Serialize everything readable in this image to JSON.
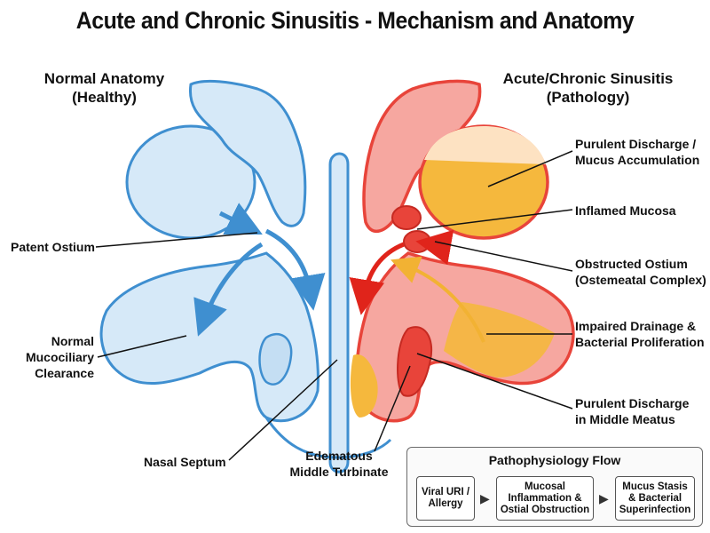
{
  "title": "Acute and Chronic Sinusitis - Mechanism and Anatomy",
  "left_heading": [
    "Normal Anatomy",
    "(Healthy)"
  ],
  "right_heading": [
    "Acute/Chronic Sinusitis",
    "(Pathology)"
  ],
  "labels": {
    "patent_ostium": "Patent Ostium",
    "mucociliary": [
      "Normal",
      "Mucociliary",
      "Clearance"
    ],
    "nasal_septum": "Nasal Septum",
    "edematous_turbinate": [
      "Edematous",
      "Middle Turbinate"
    ],
    "purulent_accumulation": [
      "Purulent Discharge /",
      "Mucus Accumulation"
    ],
    "inflamed_mucosa": "Inflamed Mucosa",
    "obstructed_ostium": [
      "Obstructed Ostium",
      "(Ostemeatal Complex)"
    ],
    "impaired_drainage": [
      "Impaired Drainage &",
      "Bacterial Proliferation"
    ],
    "purulent_meatus": [
      "Purulent Discharge",
      "in Middle Meatus"
    ]
  },
  "flow": {
    "title": "Pathophysiology Flow",
    "steps": [
      [
        "Viral URI /",
        "Allergy"
      ],
      [
        "Mucosal",
        "Inflammation &",
        "Ostial Obstruction"
      ],
      [
        "Mucus Stasis",
        "& Bacterial",
        "Superinfection"
      ]
    ],
    "arrow": "▶"
  },
  "colors": {
    "healthy_fill": "#d6e9f8",
    "healthy_stroke": "#3f8fd0",
    "inflamed_fill": "#f6a7a0",
    "inflamed_stroke": "#e8443a",
    "pus": "#f5b83d"
  }
}
